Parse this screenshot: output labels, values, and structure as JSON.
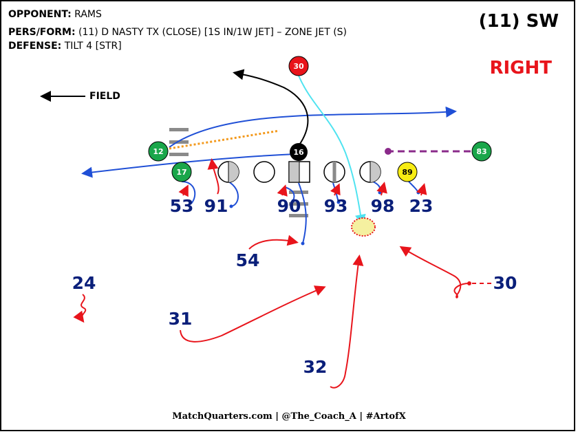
{
  "header": {
    "opponent_label": "OPPONENT:",
    "opponent_value": "RAMS",
    "persform_label": "PERS/FORM:",
    "persform_value": "(11) D NASTY TX (CLOSE) [1S IN/1W JET] – ZONE JET (S)",
    "defense_label": "DEFENSE:",
    "defense_value": "TILT 4 [STR]"
  },
  "title": "(11) SW",
  "side": "RIGHT",
  "field_label": "FIELD",
  "footer": "MatchQuarters.com | @The_Coach_A | #ArtofX",
  "offense": {
    "qb": "16",
    "rb": "30",
    "wr_left_top": "12",
    "wr_left_slot": "17",
    "wr_right": "83",
    "te": "89"
  },
  "defense": {
    "players": [
      "53",
      "91",
      "90",
      "93",
      "98",
      "23",
      "54",
      "24",
      "31",
      "32",
      "30"
    ]
  },
  "colors": {
    "defense_text": "#0a1f7a",
    "side_red": "#e8141b",
    "offense_green": "#1aa64a",
    "te_yellow": "#f7ec13",
    "rb_red": "#e8141b",
    "route_blue": "#1f4fd6",
    "route_cyan": "#4fe3f0",
    "route_orange": "#f39a1e",
    "route_purple": "#8a2a8a",
    "coverage_red": "#e8141b"
  }
}
